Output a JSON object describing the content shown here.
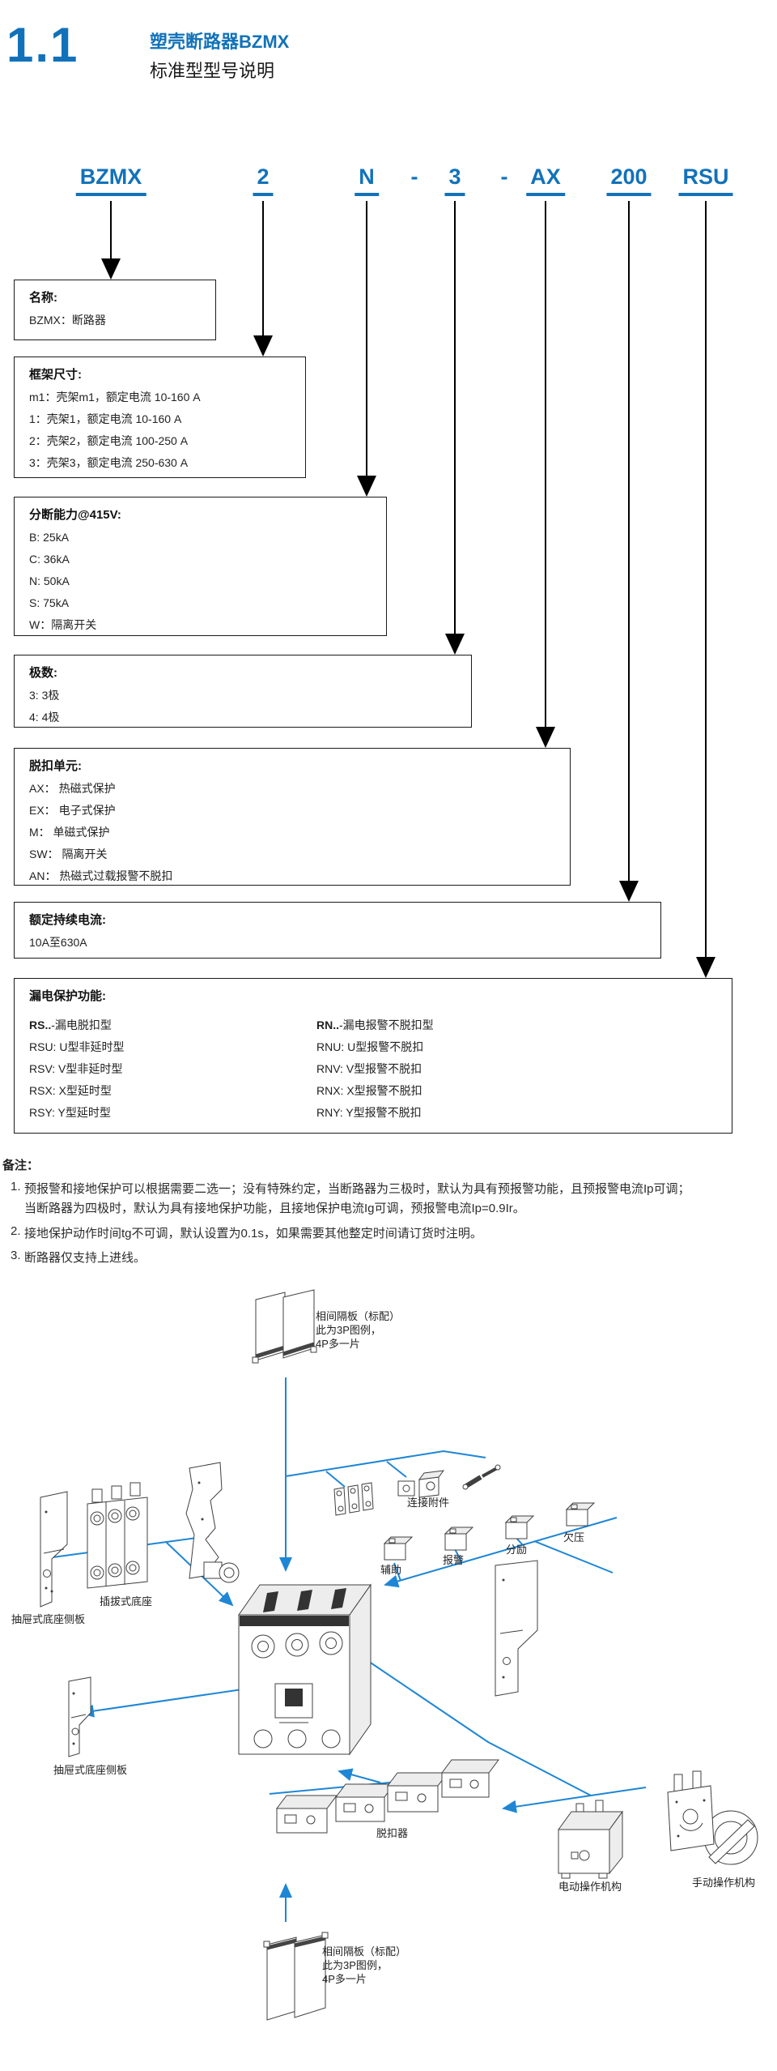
{
  "header": {
    "section_number": "1.1",
    "title": "塑壳断路器BZMX",
    "subtitle": "标准型型号说明"
  },
  "model_code": {
    "s1": "BZMX",
    "s2": "2",
    "s3": "N",
    "d1": "-",
    "s4": "3",
    "d2": "-",
    "s5": "AX",
    "s6": "200",
    "s7": "RSU"
  },
  "boxes": {
    "name": {
      "title": "名称:",
      "line1": "BZMX：断路器"
    },
    "frame": {
      "title": "框架尺寸:",
      "line1": "m1：壳架m1，额定电流 10-160 A",
      "line2": "1：壳架1，额定电流 10-160 A",
      "line3": "2：壳架2，额定电流 100-250 A",
      "line4": "3：壳架3，额定电流 250-630 A"
    },
    "breaking": {
      "title": "分断能力@415V:",
      "line1": "B: 25kA",
      "line2": "C: 36kA",
      "line3": "N: 50kA",
      "line4": "S: 75kA",
      "line5": "W：隔离开关"
    },
    "poles": {
      "title": "极数:",
      "line1": "3: 3极",
      "line2": "4: 4极"
    },
    "trip": {
      "title": "脱扣单元:",
      "line1": "AX： 热磁式保护",
      "line2": "EX： 电子式保护",
      "line3": "M：  单磁式保护",
      "line4": "SW： 隔离开关",
      "line5": "AN： 热磁式过载报警不脱扣"
    },
    "current": {
      "title": "额定持续电流:",
      "line1": "10A至630A"
    },
    "leakage": {
      "title": "漏电保护功能:",
      "left_header_bold": "RS..",
      "left_header": "-漏电脱扣型",
      "left1": "RSU: U型非延时型",
      "left2": "RSV: V型非延时型",
      "left3": "RSX: X型延时型",
      "left4": "RSY: Y型延时型",
      "right_header_bold": "RN..",
      "right_header": "-漏电报警不脱扣型",
      "right1": "RNU: U型报警不脱扣",
      "right2": "RNV: V型报警不脱扣",
      "right3": "RNX: X型报警不脱扣",
      "right4": "RNY: Y型报警不脱扣"
    }
  },
  "notes": {
    "title": "备注：",
    "n1_num": "1.",
    "n1_line1": "预报警和接地保护可以根据需要二选一；没有特殊约定，当断路器为三极时，默认为具有预报警功能，且预报警电流Ip可调；",
    "n1_line2": "当断路器为四极时，默认为具有接地保护功能，且接地保护电流Ig可调，预报警电流Ip=0.9Ir。",
    "n2_num": "2.",
    "n2_line1": "接地保护动作时间tg不可调，默认设置为0.1s，如果需要其他整定时间请订货时注明。",
    "n3_num": "3.",
    "n3_line1": "断路器仅支持上进线。"
  },
  "diagram": {
    "labels": {
      "phase_plates_top": "相间隔板（标配）\n此为3P图例，\n4P多一片",
      "connection_accessory": "连接附件",
      "auxiliary": "辅助",
      "alarm": "报警",
      "shunt": "分励",
      "undervoltage": "欠压",
      "plugin_base": "插拔式底座",
      "drawer_side_plate_upper": "抽屉式底座侧板",
      "drawer_side_plate_lower": "抽屉式底座侧板",
      "trip_unit": "脱扣器",
      "motor_operator": "电动操作机构",
      "manual_operator": "手动操作机构",
      "phase_plates_bottom": "相间隔板（标配）\n此为3P图例，\n4P多一片"
    }
  },
  "colors": {
    "brand_blue": "#1272B9",
    "diagram_blue": "#1E86D5"
  }
}
